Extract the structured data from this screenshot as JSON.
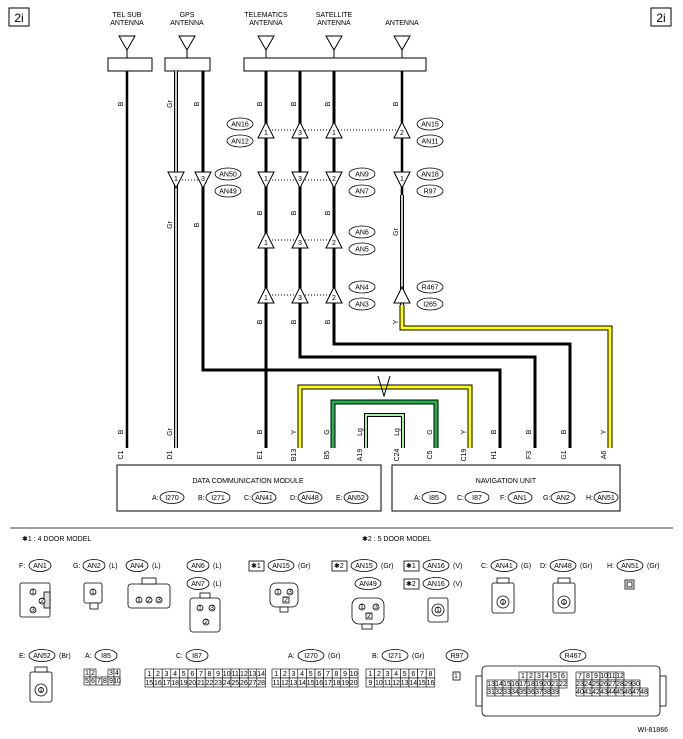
{
  "page_tags": {
    "left": "2i",
    "right": "2i"
  },
  "antennas": {
    "tel_sub": [
      "TEL SUB",
      "ANTENNA"
    ],
    "gps": [
      "GPS",
      "ANTENNA"
    ],
    "telematics": [
      "TELEMATICS",
      "ANTENNA"
    ],
    "satellite": [
      "SATELLITE",
      "ANTENNA"
    ],
    "radio": [
      "ANTENNA"
    ]
  },
  "wire_colors": {
    "b": "B",
    "gr": "Gr",
    "y": "Y",
    "g": "G",
    "lg": "Lg"
  },
  "connector_labels": [
    "AN16",
    "AN12",
    "AN15",
    "AN11",
    "AN50",
    "AN49",
    "AN9",
    "AN7",
    "AN18",
    "R97",
    "AN6",
    "AN5",
    "AN4",
    "AN3",
    "R467",
    "I265"
  ],
  "pin_numbers": [
    "1",
    "3",
    "2"
  ],
  "module_pins": {
    "dcm": [
      "C1",
      "D1",
      "E1",
      "B13",
      "B5",
      "A19"
    ],
    "nav": [
      "C24",
      "C5",
      "C19",
      "H1",
      "F3",
      "G1",
      "A6"
    ]
  },
  "dcm": {
    "title": "DATA COMMUNICATION MODULE",
    "connectors": [
      {
        "k": "A:",
        "v": "I270"
      },
      {
        "k": "B:",
        "v": "I271"
      },
      {
        "k": "C:",
        "v": "AN41"
      },
      {
        "k": "D:",
        "v": "AN48"
      },
      {
        "k": "E:",
        "v": "AN52"
      }
    ]
  },
  "nav": {
    "title": "NAVIGATION UNIT",
    "connectors": [
      {
        "k": "A:",
        "v": "I85"
      },
      {
        "k": "C:",
        "v": "I87"
      },
      {
        "k": "F:",
        "v": "AN1"
      },
      {
        "k": "G:",
        "v": "AN2"
      },
      {
        "k": "H:",
        "v": "AN51"
      }
    ]
  },
  "notes": {
    "n1": "✱1  : 4 DOOR MODEL",
    "n2": "✱2  : 5 DOOR MODEL"
  },
  "legend_row1": [
    {
      "pre": "F:",
      "id": "AN1",
      "post": ""
    },
    {
      "pre": "G:",
      "id": "AN2",
      "post": "(L)"
    },
    {
      "pre": "",
      "id": "AN4",
      "post": "(L)"
    },
    {
      "pre": "",
      "id": "AN6",
      "post": "(L)"
    },
    {
      "pre": "",
      "id": "AN7",
      "post": "(L)"
    },
    {
      "pre": "✱1",
      "id": "AN15",
      "post": "(Gr)"
    },
    {
      "pre": "✱2",
      "id": "AN15",
      "post": "(Gr)"
    },
    {
      "pre": "",
      "id": "AN49",
      "post": ""
    },
    {
      "pre": "✱1",
      "id": "AN16",
      "post": "(V)"
    },
    {
      "pre": "✱2",
      "id": "AN16",
      "post": "(V)"
    },
    {
      "pre": "C:",
      "id": "AN41",
      "post": "(G)"
    },
    {
      "pre": "D:",
      "id": "AN48",
      "post": "(Gr)"
    },
    {
      "pre": "H:",
      "id": "AN51",
      "post": "(Gr)"
    }
  ],
  "legend_row2": [
    {
      "pre": "E:",
      "id": "AN52",
      "post": "(Br)"
    },
    {
      "pre": "A:",
      "id": "I85",
      "post": ""
    },
    {
      "pre": "C:",
      "id": "I87",
      "post": ""
    },
    {
      "pre": "A:",
      "id": "I270",
      "post": "(Gr)"
    },
    {
      "pre": "B:",
      "id": "I271",
      "post": "(Gr)"
    },
    {
      "pre": "",
      "id": "R97",
      "post": ""
    },
    {
      "pre": "",
      "id": "R467",
      "post": ""
    }
  ],
  "doc_id": "WI-81866"
}
